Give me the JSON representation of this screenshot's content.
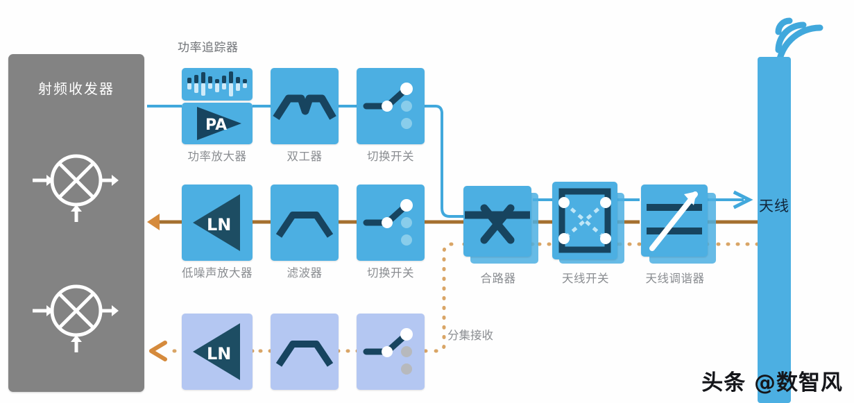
{
  "diagram": {
    "title_watermark": "头条 @数智风",
    "colors": {
      "block_blue": "#4cafe2",
      "block_light_blue": "#b4c7f2",
      "icon_navy": "#17445f",
      "transceiver_gray": "#838383",
      "tx_line_blue": "#41a8dc",
      "rx_line_brown": "#a4702f",
      "diversity_dot": "#d9a566",
      "label_gray": "#8a8d91",
      "antenna_text": "#11263a"
    }
  },
  "transceiver": {
    "label": "射频收发器",
    "mixers": [
      {
        "name": "mixer-upconvert",
        "icon": "mixer-icon"
      },
      {
        "name": "mixer-downconvert",
        "icon": "mixer-icon"
      }
    ]
  },
  "tx_chain": {
    "top_label": "功率追踪器",
    "blocks": [
      {
        "label": "功率放大器",
        "icon": "power-amplifier-icon",
        "abbr": "PA"
      },
      {
        "label": "双工器",
        "icon": "duplexer-icon"
      },
      {
        "label": "切换开关",
        "icon": "switch-icon"
      }
    ]
  },
  "rx_chain": {
    "blocks": [
      {
        "label": "低噪声放大器",
        "icon": "low-noise-amplifier-icon",
        "abbr": "LN"
      },
      {
        "label": "滤波器",
        "icon": "filter-icon"
      },
      {
        "label": "切换开关",
        "icon": "switch-icon"
      }
    ]
  },
  "diversity_chain": {
    "label": "分集接收",
    "blocks": [
      {
        "label": "",
        "icon": "low-noise-amplifier-icon",
        "abbr": "LN"
      },
      {
        "label": "",
        "icon": "filter-icon"
      },
      {
        "label": "",
        "icon": "switch-icon"
      }
    ]
  },
  "antenna_section": {
    "blocks": [
      {
        "label": "合路器",
        "icon": "combiner-icon"
      },
      {
        "label": "天线开关",
        "icon": "antenna-switch-icon"
      },
      {
        "label": "天线调谐器",
        "icon": "antenna-tuner-icon"
      }
    ]
  },
  "antenna": {
    "label": "天线",
    "icon": "antenna-waves-icon"
  }
}
